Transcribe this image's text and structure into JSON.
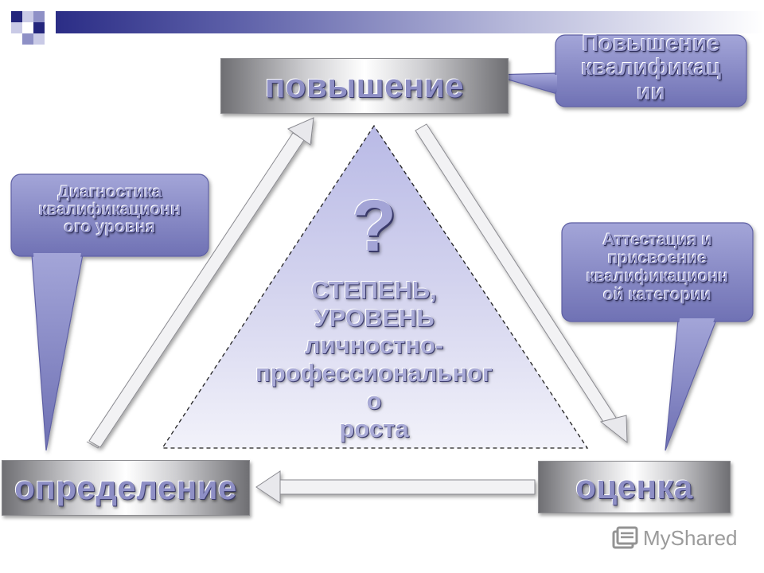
{
  "boxes": {
    "top": "повышение",
    "left": "определение",
    "right": "оценка"
  },
  "callouts": {
    "top_right": [
      "Повышение",
      "квалификац",
      "ии"
    ],
    "left": [
      "Диагностика",
      "квалификационн",
      "ого уровня"
    ],
    "right": [
      "Аттестация и",
      "присвоение",
      "квалификационн",
      "ой категории"
    ]
  },
  "center": {
    "symbol": "?",
    "lines": [
      "СТЕПЕНЬ,",
      "УРОВЕНЬ",
      "личностно-",
      "профессиональног",
      "о",
      "роста"
    ]
  },
  "watermark": {
    "text": "MyShared",
    "icon": "myshared-logo-icon"
  },
  "colors": {
    "callout_fill": "#8e90c8",
    "triangle_fill": "#dcdcf0",
    "text_accent": "#9b9cd0",
    "strip_dark": "#2b2d86"
  }
}
